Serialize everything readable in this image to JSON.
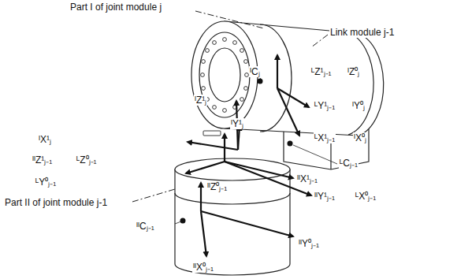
{
  "diagram": {
    "labels": [
      "Part I of joint module j",
      "Link module j-1",
      "ᴵCⱼ",
      "ᴸZ¹ⱼ₋₁",
      "ᴵZ⁰ⱼ",
      "ᴵZ¹ⱼ",
      "ᴵY¹ⱼ",
      "ᴸY¹ⱼ₋₁",
      "ᴵY⁰ⱼ",
      "ᴸX¹ⱼ₋₁",
      "ᴵX⁰ⱼ",
      "ᴵX¹ⱼ",
      "ᴸCⱼ₋₁",
      "ᴵᴵZ¹ⱼ₋₁",
      "ᴸZ⁰ⱼ₋₁",
      "ᴵᴵX¹ⱼ₋₁",
      "ᴸY⁰ⱼ₋₁",
      "ᴵᴵY¹ⱼ₋₁",
      "ᴸX⁰ⱼ₋₁",
      "Part II of joint module j-1",
      "ᴵᴵZ⁰ⱼ₋₁",
      "ᴵᴵCⱼ₋₁",
      "ᴵᴵY⁰ⱼ₋₁",
      "ᴵᴵX⁰ⱼ₋₁"
    ]
  }
}
